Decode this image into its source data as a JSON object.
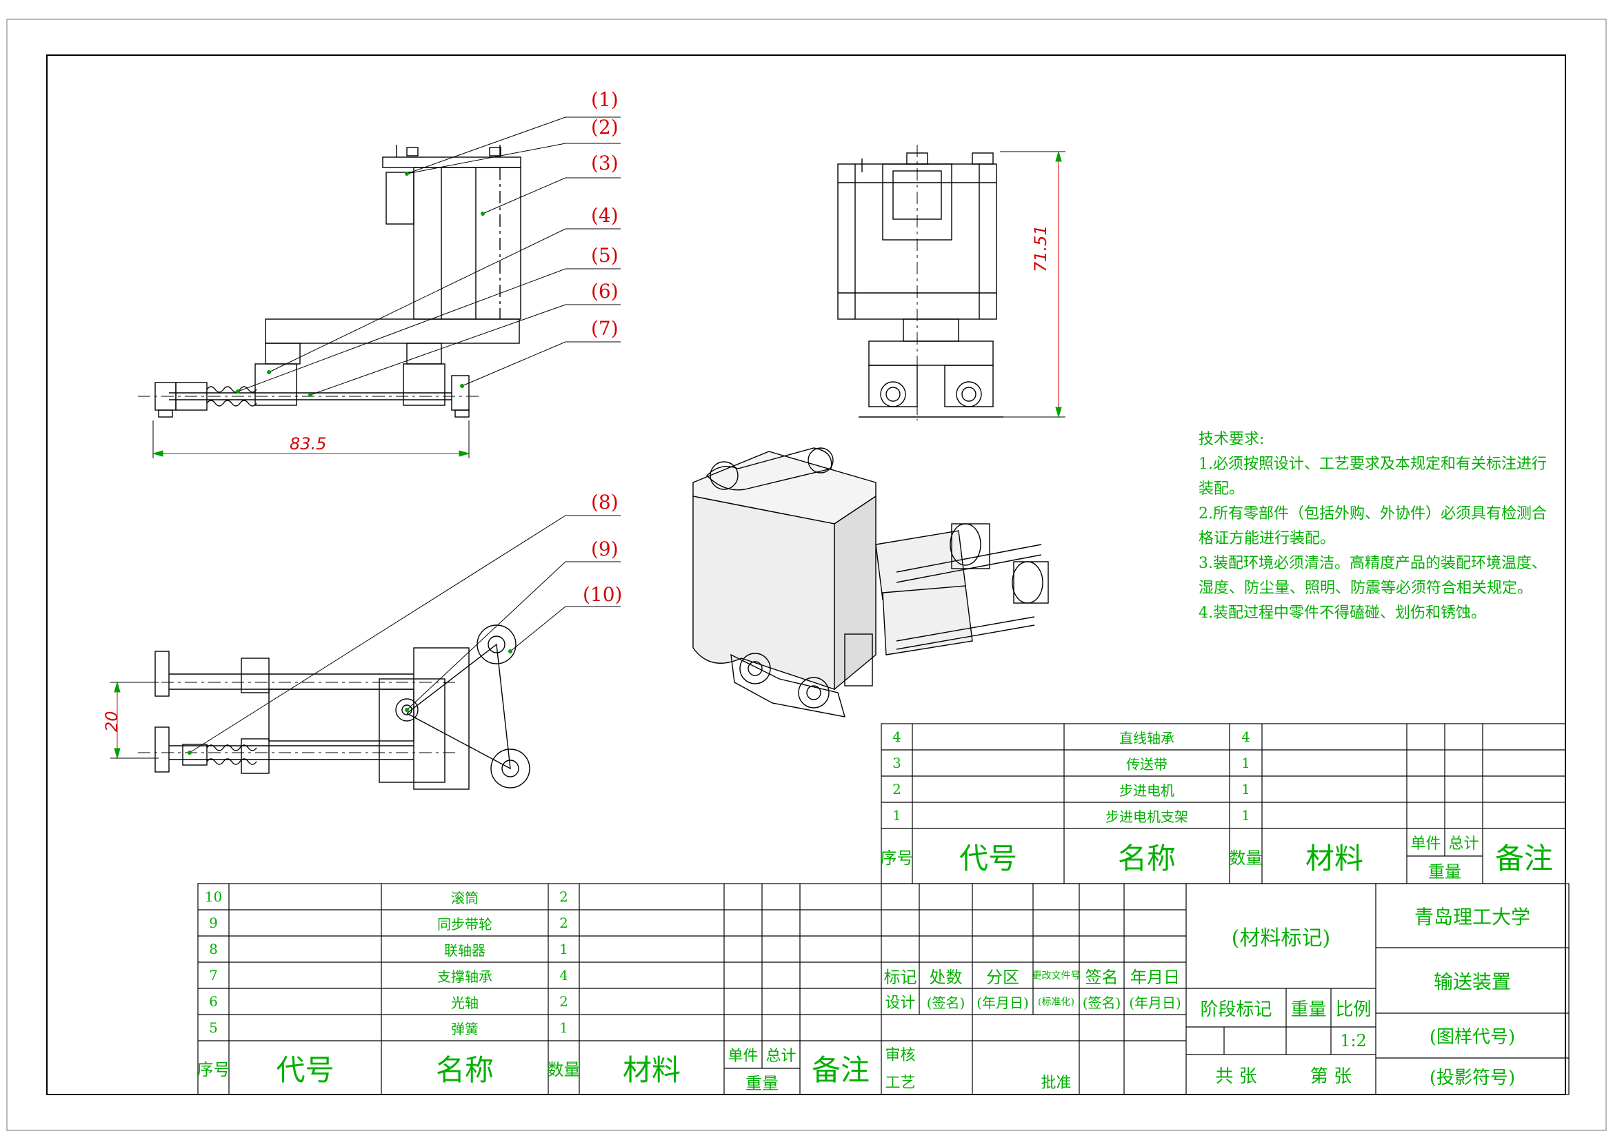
{
  "part_labels": [
    "(1)",
    "(2)",
    "(3)",
    "(4)",
    "(5)",
    "(6)",
    "(7)",
    "(8)",
    "(9)",
    "(10)"
  ],
  "dimensions": {
    "width": "83.5",
    "height": "71.51",
    "spacing": "20"
  },
  "tech_requirements": {
    "title": "技术要求:",
    "lines": [
      "1.必须按照设计、工艺要求及本规定和有关标注进行",
      "装配。",
      "2.所有零部件（包括外购、外协件）必须具有检测合",
      "格证方能进行装配。",
      "3.装配环境必须清洁。高精度产品的装配环境温度、",
      "湿度、防尘量、照明、防震等必须符合相关规定。",
      "4.装配过程中零件不得磕碰、划伤和锈蚀。"
    ]
  },
  "parts_upper": [
    {
      "no": "4",
      "name": "直线轴承",
      "qty": "4"
    },
    {
      "no": "3",
      "name": "传送带",
      "qty": "1"
    },
    {
      "no": "2",
      "name": "步进电机",
      "qty": "1"
    },
    {
      "no": "1",
      "name": "步进电机支架",
      "qty": "1"
    }
  ],
  "parts_lower": [
    {
      "no": "10",
      "name": "滚筒",
      "qty": "2"
    },
    {
      "no": "9",
      "name": "同步带轮",
      "qty": "2"
    },
    {
      "no": "8",
      "name": "联轴器",
      "qty": "1"
    },
    {
      "no": "7",
      "name": "支撑轴承",
      "qty": "4"
    },
    {
      "no": "6",
      "name": "光轴",
      "qty": "2"
    },
    {
      "no": "5",
      "name": "弹簧",
      "qty": "1"
    }
  ],
  "header": {
    "seq": "序号",
    "code": "代号",
    "name": "名称",
    "qty": "数量",
    "material": "材料",
    "unit": "单件",
    "total": "总计",
    "weight": "重量",
    "remark": "备注"
  },
  "title_block": {
    "mark": "标记",
    "count": "处数",
    "zone": "分区",
    "change_doc": "更改文件号",
    "sign": "签名",
    "date": "年月日",
    "design": "设计",
    "sign_p": "(签名)",
    "date_p": "(年月日)",
    "std_p": "(标准化)",
    "review": "审核",
    "process": "工艺",
    "approve": "批准",
    "material_mark": "(材料标记)",
    "stage_mark": "阶段标记",
    "weight": "重量",
    "scale_label": "比例",
    "scale": "1:2",
    "sheets": "共 张",
    "sheet_no": "第 张",
    "university": "青岛理工大学",
    "drawing_name": "输送装置",
    "drawing_code": "(图样代号)",
    "projection": "(投影符号)"
  }
}
